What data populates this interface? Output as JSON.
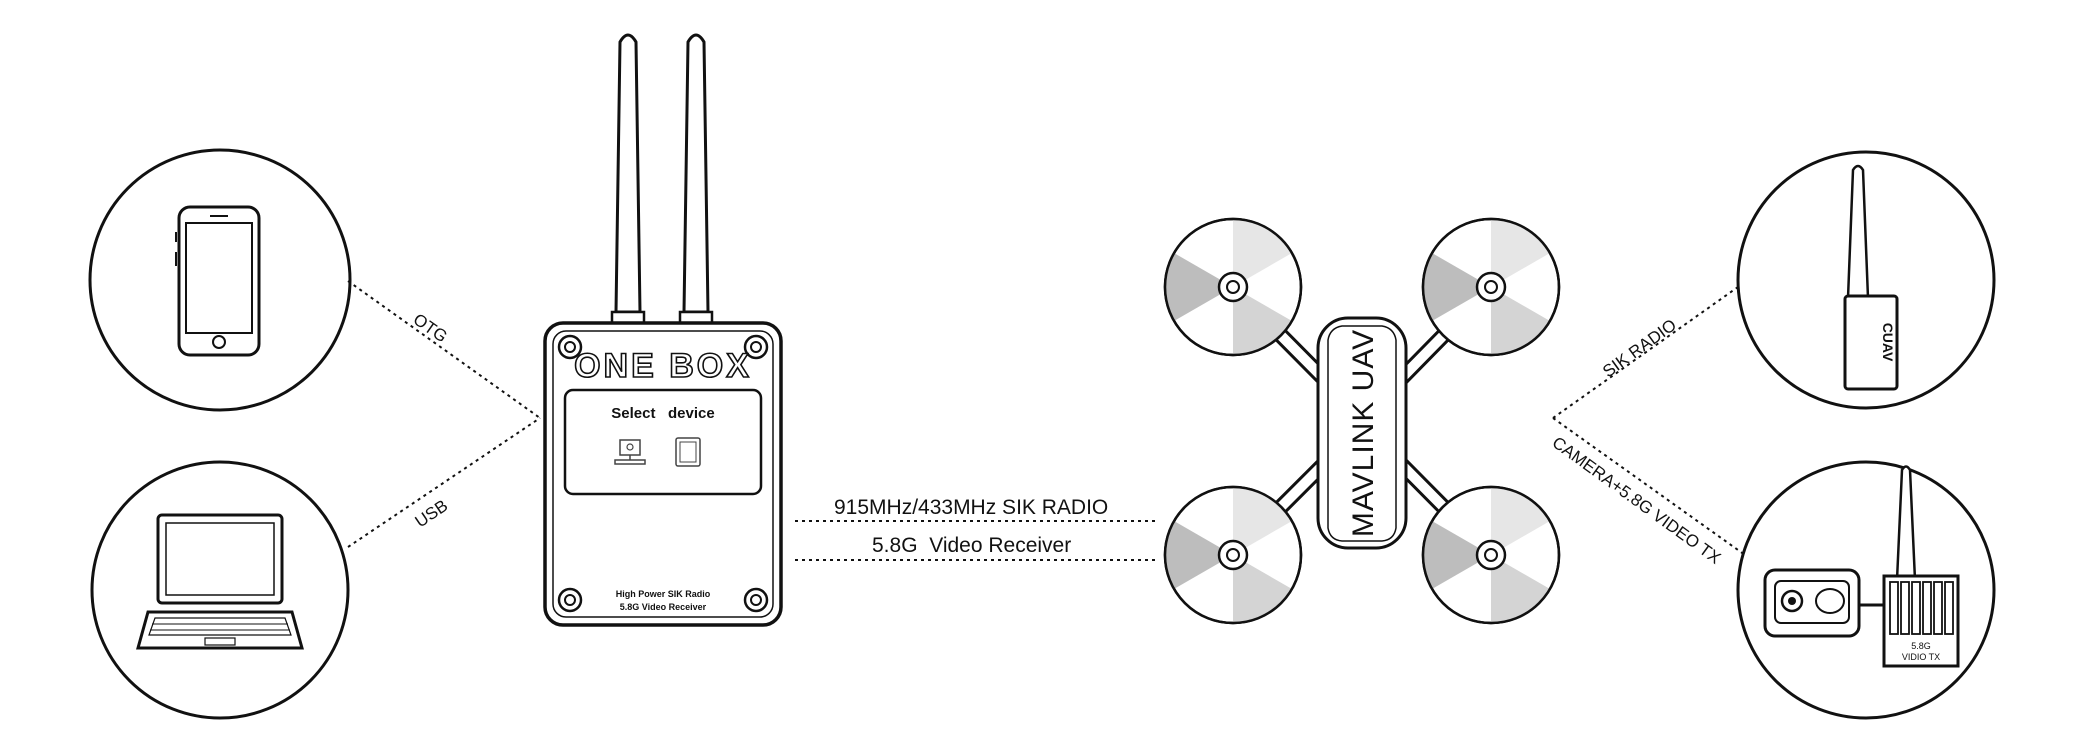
{
  "links": {
    "otg": "OTG",
    "usb": "USB",
    "sik_link": "915MHz/433MHz SIK RADIO",
    "video_link": "5.8G  Video Receiver",
    "sik_radio": "SIK RADIO",
    "camera_vtx": "CAMERA+5.8G VIDEO TX"
  },
  "onebox": {
    "logo": "ONE BOX",
    "screen_title": "Select   device",
    "footer_line1": "High Power SIK Radio",
    "footer_line2": "5.8G Video Receiver"
  },
  "drone": {
    "label": "MAVLINK UAV"
  },
  "radio_module": {
    "brand": "CUAV"
  },
  "video_tx": {
    "line1": "5.8G",
    "line2": "VIDIO TX"
  },
  "icons": [
    "smartphone-icon",
    "laptop-icon",
    "antenna-icon",
    "desktop-icon",
    "tablet-icon",
    "propeller-icon",
    "camera-icon"
  ]
}
